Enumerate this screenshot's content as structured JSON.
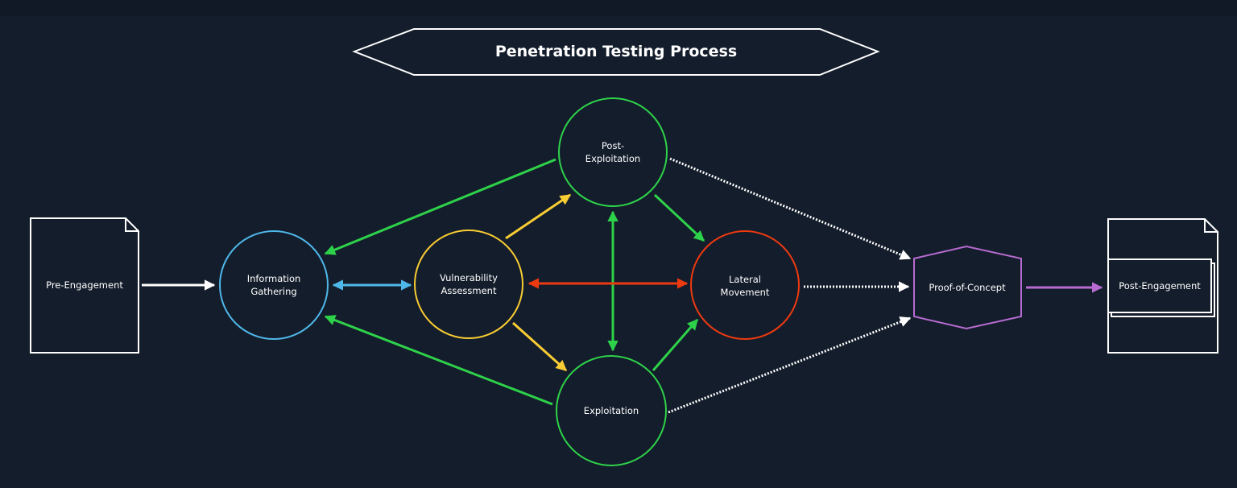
{
  "title": "Penetration Testing Process",
  "nodes": {
    "pre_engagement": "Pre-Engagement",
    "information_gathering": [
      "Information",
      "Gathering"
    ],
    "vulnerability_assessment": [
      "Vulnerability",
      "Assessment"
    ],
    "post_exploitation": [
      "Post-",
      "Exploitation"
    ],
    "exploitation": "Exploitation",
    "lateral_movement": [
      "Lateral",
      "Movement"
    ],
    "proof_of_concept": "Proof-of-Concept",
    "post_engagement": "Post-Engagement"
  },
  "colors": {
    "background": "#141d2b",
    "white": "#ffffff",
    "blue": "#4fb8ea",
    "yellow": "#f8cc33",
    "green": "#2ed24a",
    "red": "#ee3a10",
    "purple": "#b76bd1"
  }
}
